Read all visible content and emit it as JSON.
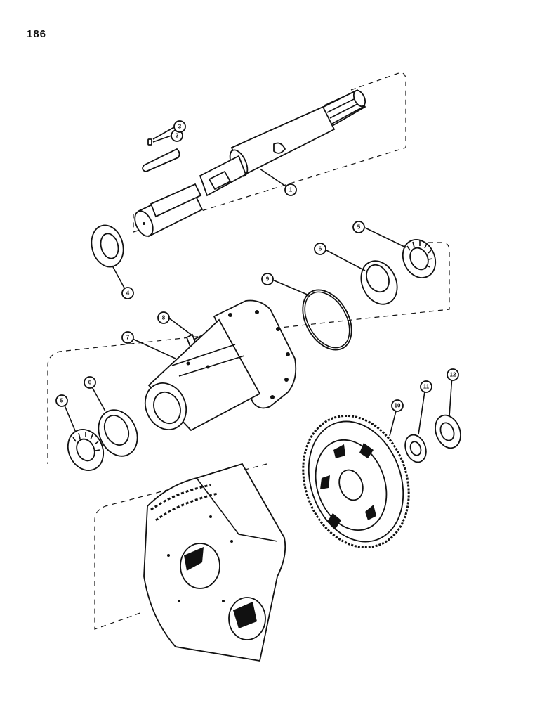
{
  "page": {
    "number": "186"
  },
  "callouts": [
    {
      "id": "c1",
      "label": "1"
    },
    {
      "id": "c2",
      "label": "2"
    },
    {
      "id": "c3",
      "label": "3"
    },
    {
      "id": "c4",
      "label": "4"
    },
    {
      "id": "c5a",
      "label": "5"
    },
    {
      "id": "c6a",
      "label": "6"
    },
    {
      "id": "c9",
      "label": "9"
    },
    {
      "id": "c8",
      "label": "8"
    },
    {
      "id": "c7",
      "label": "7"
    },
    {
      "id": "c6b",
      "label": "6"
    },
    {
      "id": "c5b",
      "label": "5"
    },
    {
      "id": "c10",
      "label": "10"
    },
    {
      "id": "c11",
      "label": "11"
    },
    {
      "id": "c12",
      "label": "12"
    }
  ]
}
